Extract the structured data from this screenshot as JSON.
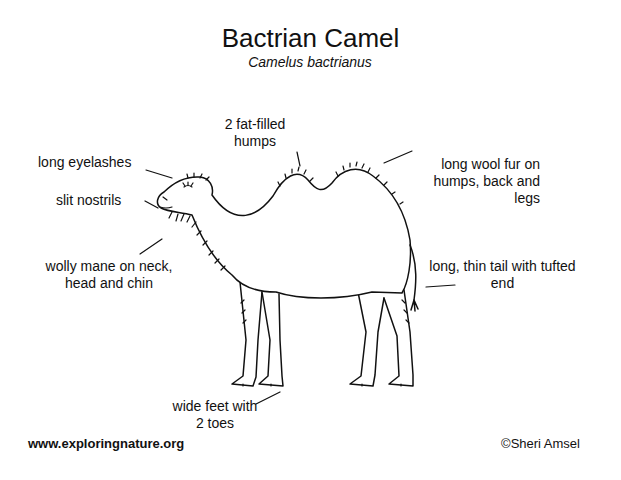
{
  "diagram": {
    "title": "Bactrian Camel",
    "labels": [
      "Camelus bactrianus",
      "long eyelashes",
      "slit nostrils",
      "wolly mane on neck, head and chin",
      "2 fat-filled humps",
      "long wool fur on humps, back and legs",
      "long, thin tail with tufted end",
      "wide feet with 2 toes",
      "www.exploringnature.org",
      "©Sheri Amsel"
    ]
  }
}
